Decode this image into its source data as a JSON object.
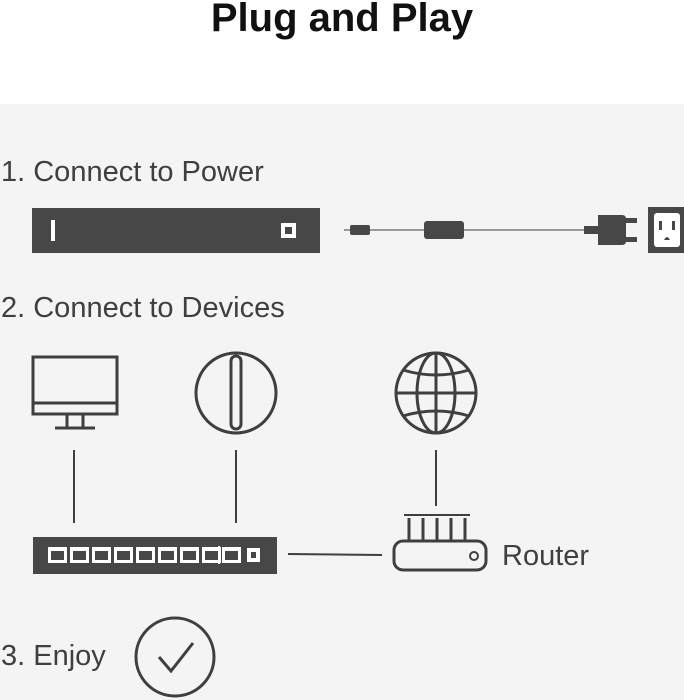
{
  "title": "Plug and Play",
  "steps": [
    {
      "label": "1. Connect to Power"
    },
    {
      "label": "2. Connect to Devices"
    },
    {
      "label": "3. Enjoy"
    }
  ],
  "router_label": "Router",
  "icons": {
    "switch_power": "switch-device-icon",
    "power_adapter": "power-adapter-icon",
    "plug": "power-plug-icon",
    "outlet": "wall-outlet-icon",
    "monitor": "monitor-icon",
    "access_point": "access-point-icon",
    "globe": "globe-icon",
    "switch_ports": "network-switch-icon",
    "router": "router-icon",
    "checkmark": "checkmark-icon"
  },
  "colors": {
    "device": "#474747",
    "panel": "#f4f4f4",
    "line": "#3f3f3f",
    "cable": "#9a9a9a"
  }
}
